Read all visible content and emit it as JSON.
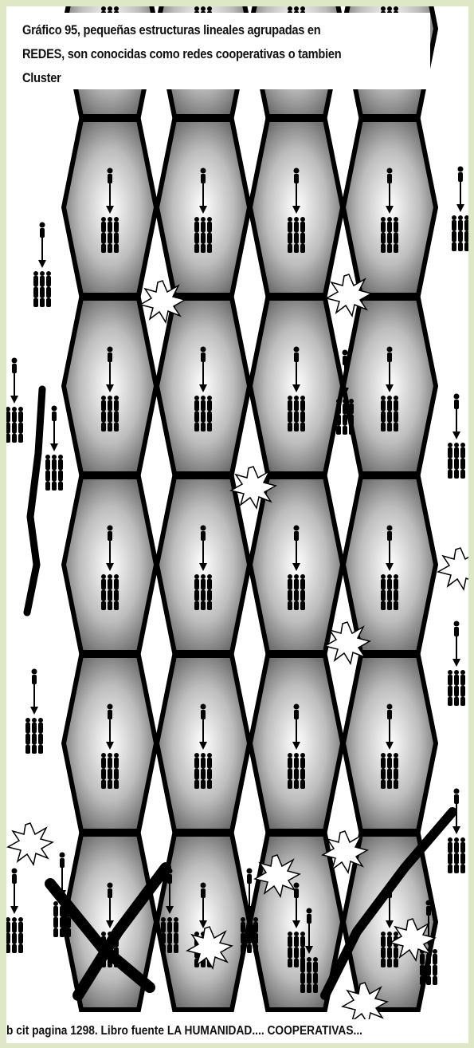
{
  "title": {
    "line1": "Gráfico 95, pequeñas estructuras lineales agrupadas en",
    "line2": "REDES, son conocidas como redes cooperativas o tambien",
    "line3": "Cluster"
  },
  "footer": "b cit pagina 1298. Libro fuente  LA HUMANIDAD.... COOPERATIVAS...",
  "diagram": {
    "grid_rows": 5,
    "grid_cols": 4,
    "cell_unit": "leader-arrow-group",
    "colors": {
      "frame": "#dfe8c6",
      "hex_fill_edge": "#6e6e6e",
      "hex_fill_center": "#ffffff",
      "ink": "#000000"
    }
  }
}
